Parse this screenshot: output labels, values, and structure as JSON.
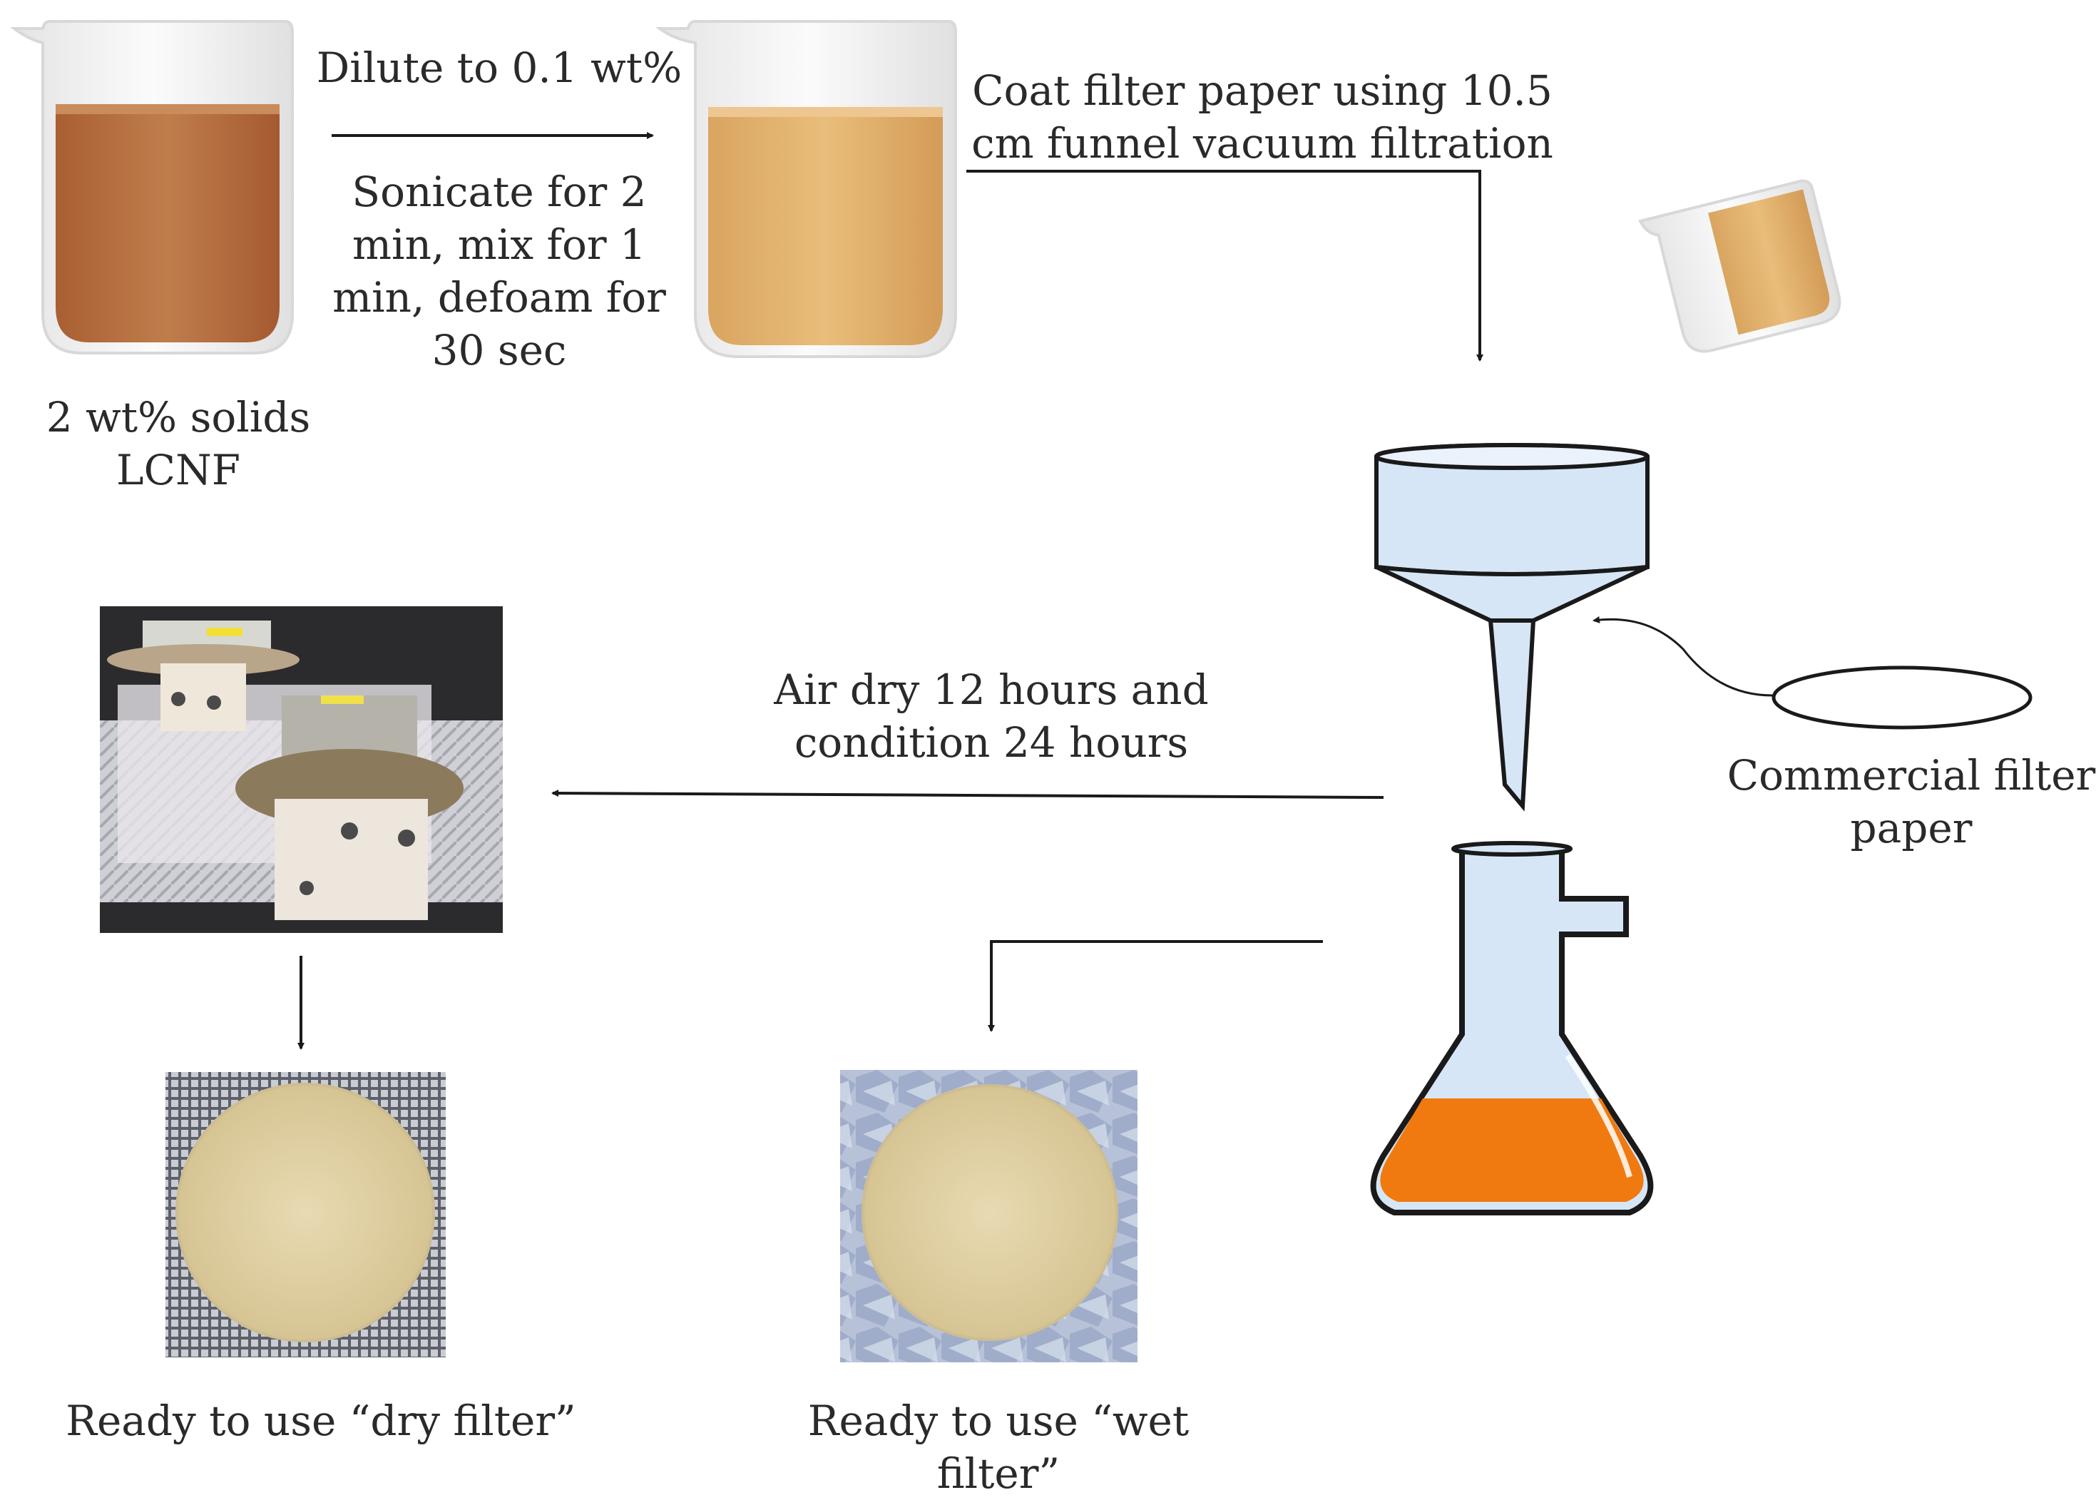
{
  "steps": {
    "dilute": "Dilute to 0.1 wt%",
    "sonicate": "Sonicate for 2\nmin, mix for 1\nmin, defoam for\n30 sec",
    "solids": "2 wt% solids\nLCNF",
    "coat": "Coat filter paper using 10.5\ncm funnel vacuum filtration",
    "airdry": "Air dry 12 hours and\ncondition 24 hours",
    "commercial": "Commercial filter\npaper",
    "dry": "Ready to use “dry filter”",
    "wet": "Ready to use “wet filter”"
  },
  "colors": {
    "lcnf_dark": "#b8703f",
    "lcnf_light": "#e0b06a",
    "funnel_blue": "#d6e6f7",
    "flask_liquid": "#f07a10",
    "filter_disc": "#e2d2a6"
  },
  "icons": [
    "beaker-concentrated-icon",
    "beaker-diluted-icon",
    "tilted-beaker-icon",
    "buchner-funnel-icon",
    "vacuum-flask-icon",
    "filter-paper-icon",
    "drying-setup-photo",
    "dry-filter-photo",
    "wet-filter-photo"
  ]
}
